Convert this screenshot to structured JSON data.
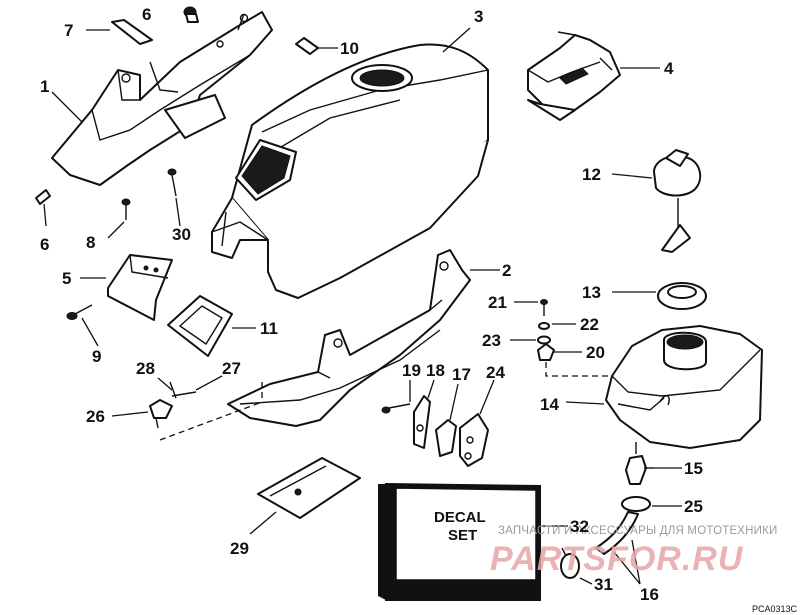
{
  "labels": {
    "p1": "1",
    "p2": "2",
    "p3": "3",
    "p4": "4",
    "p5": "5",
    "p6a": "6",
    "p6b": "6",
    "p7": "7",
    "p8": "8",
    "p9": "9",
    "p10": "10",
    "p11": "11",
    "p12": "12",
    "p13": "13",
    "p14": "14",
    "p15": "15",
    "p16": "16",
    "p17": "17",
    "p18": "18",
    "p19": "19",
    "p20": "20",
    "p21": "21",
    "p22": "22",
    "p23": "23",
    "p24": "24",
    "p25": "25",
    "p26": "26",
    "p27": "27",
    "p28": "28",
    "p29": "29",
    "p30": "30",
    "p31": "31",
    "p32": "32"
  },
  "decal_box": {
    "line1": "DECAL",
    "line2": "SET"
  },
  "watermark": {
    "small": "ЗАПЧАСТИ И АКСЕССУАРЫ ДЛЯ МОТОТЕХНИКИ",
    "big": "PARTSFOR.RU"
  },
  "figure_code": "PCA0313C"
}
